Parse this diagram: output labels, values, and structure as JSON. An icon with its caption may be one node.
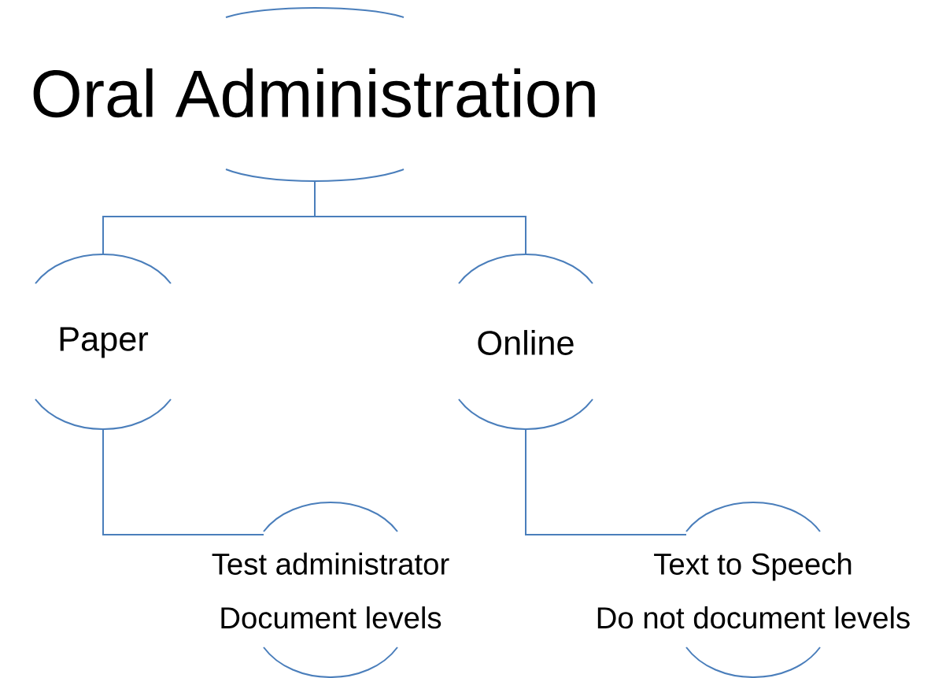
{
  "diagram": {
    "nodes": [
      {
        "text": [
          "Oral Administration"
        ]
      },
      {
        "text": [
          "Paper"
        ]
      },
      {
        "text": [
          "Online"
        ]
      },
      {
        "text": [
          "Test administrator",
          "Document levels"
        ]
      },
      {
        "text": [
          "Text to Speech",
          "Do not document levels"
        ]
      }
    ],
    "edges": [
      {
        "from": 0,
        "to": 1,
        "arrow": "none"
      },
      {
        "from": 0,
        "to": 2,
        "arrow": "none"
      },
      {
        "from": 1,
        "to": 3,
        "arrow": "none"
      },
      {
        "from": 2,
        "to": 4,
        "arrow": "none"
      }
    ]
  }
}
